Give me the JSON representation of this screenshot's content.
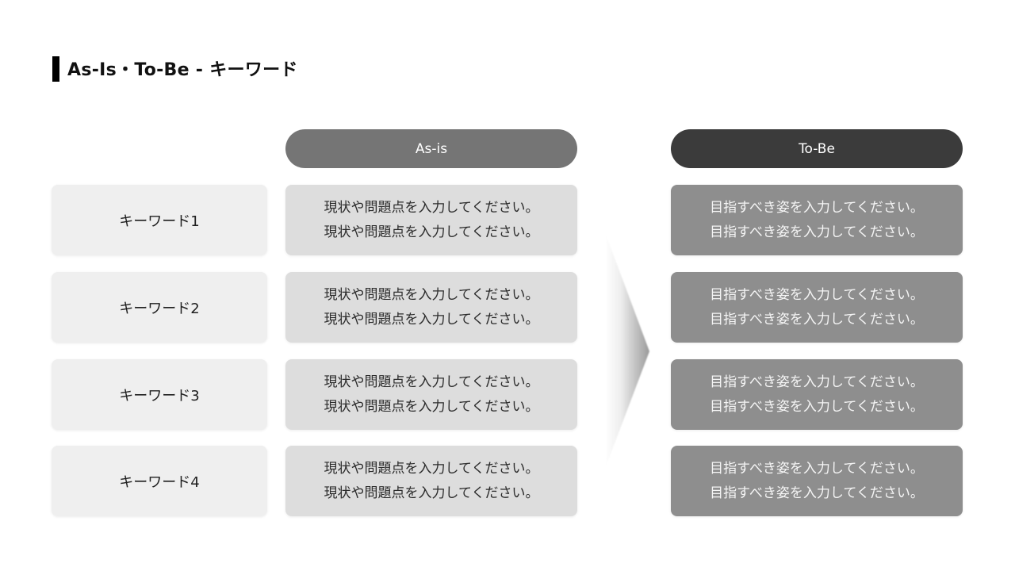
{
  "title": {
    "text": "As-Is・To-Be - キーワード"
  },
  "headers": {
    "asis": "As-is",
    "tobe": "To-Be"
  },
  "rows": [
    {
      "keyword": "キーワード1",
      "asis": {
        "line1": "現状や問題点を入力してください。",
        "line2": "現状や問題点を入力してください。"
      },
      "tobe": {
        "line1": "目指すべき姿を入力してください。",
        "line2": "目指すべき姿を入力してください。"
      }
    },
    {
      "keyword": "キーワード2",
      "asis": {
        "line1": "現状や問題点を入力してください。",
        "line2": "現状や問題点を入力してください。"
      },
      "tobe": {
        "line1": "目指すべき姿を入力してください。",
        "line2": "目指すべき姿を入力してください。"
      }
    },
    {
      "keyword": "キーワード3",
      "asis": {
        "line1": "現状や問題点を入力してください。",
        "line2": "現状や問題点を入力してください。"
      },
      "tobe": {
        "line1": "目指すべき姿を入力してください。",
        "line2": "目指すべき姿を入力してください。"
      }
    },
    {
      "keyword": "キーワード4",
      "asis": {
        "line1": "現状や問題点を入力してください。",
        "line2": "現状や問題点を入力してください。"
      },
      "tobe": {
        "line1": "目指すべき姿を入力してください。",
        "line2": "目指すべき姿を入力してください。"
      }
    }
  ],
  "icons": {
    "arrow": "right-arrow"
  },
  "colors": {
    "accent_bar": "#000000",
    "asis_header_bg": "#757575",
    "tobe_header_bg": "#3b3b3b",
    "keyword_box_bg": "#efefef",
    "asis_box_bg": "#dddddd",
    "tobe_box_bg": "#8e8e8e",
    "arrow_gradient_from": "#ffffff",
    "arrow_gradient_to": "#9a9a9a"
  }
}
